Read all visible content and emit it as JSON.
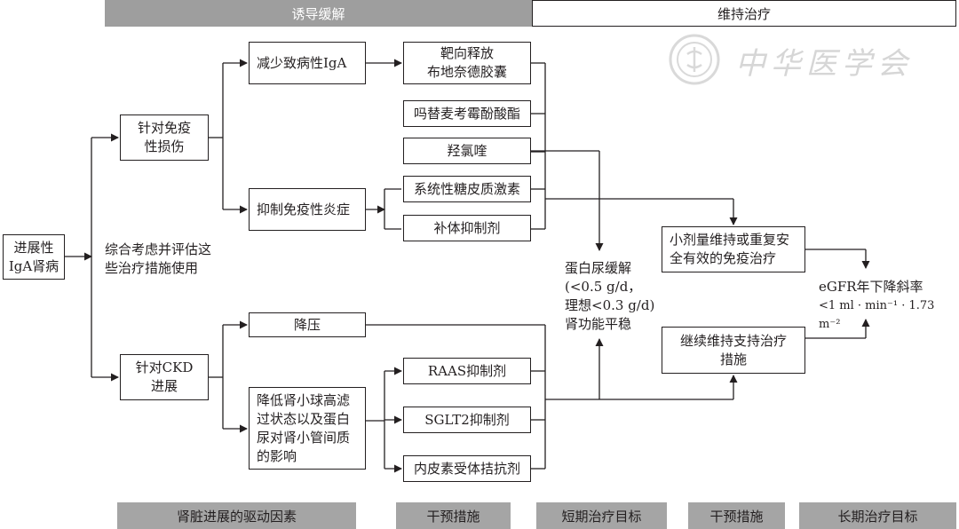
{
  "phases": {
    "induction": "诱导缓解",
    "maintenance": "维持治疗"
  },
  "logo": {
    "brand": "中华医学会"
  },
  "nodes": {
    "start": "进展性\nIgA肾病",
    "immune": "针对免疫\n性损伤",
    "ckd": "针对CKD\n进展",
    "reduce_iga": "减少致病性IgA",
    "suppress": "抑制免疫性炎症",
    "bp": "降压",
    "hyperfiltration": "降低肾小球高滤\n过状态以及蛋白\n尿对肾小管间质\n的影响",
    "budesonide": "靶向释放\n布地奈德胶囊",
    "mmf": "吗替麦考霉酚酸酯",
    "hcq": "羟氯喹",
    "steroid": "系统性糖皮质激素",
    "complement": "补体抑制剂",
    "raas": "RAAS抑制剂",
    "sglt2": "SGLT2抑制剂",
    "endothelin": "内皮素受体拮抗剂",
    "low_dose": "小剂量维持或重复安\n全有效的免疫治疗",
    "supportive": "继续维持支持治疗\n措施"
  },
  "notes": {
    "combine": "综合考虑并评估这\n些治疗措施使用",
    "short_goal": "蛋白尿缓解\n(<0.5 g/d，\n理想<0.3 g/d)\n肾功能平稳",
    "long_goal_line1": "eGFR年下降斜率",
    "long_goal_line2": "<1 ml · min⁻¹ · 1.73 m⁻²"
  },
  "footer": [
    "肾脏进展的驱动因素",
    "干预措施",
    "短期治疗目标",
    "干预措施",
    "长期治疗目标"
  ]
}
